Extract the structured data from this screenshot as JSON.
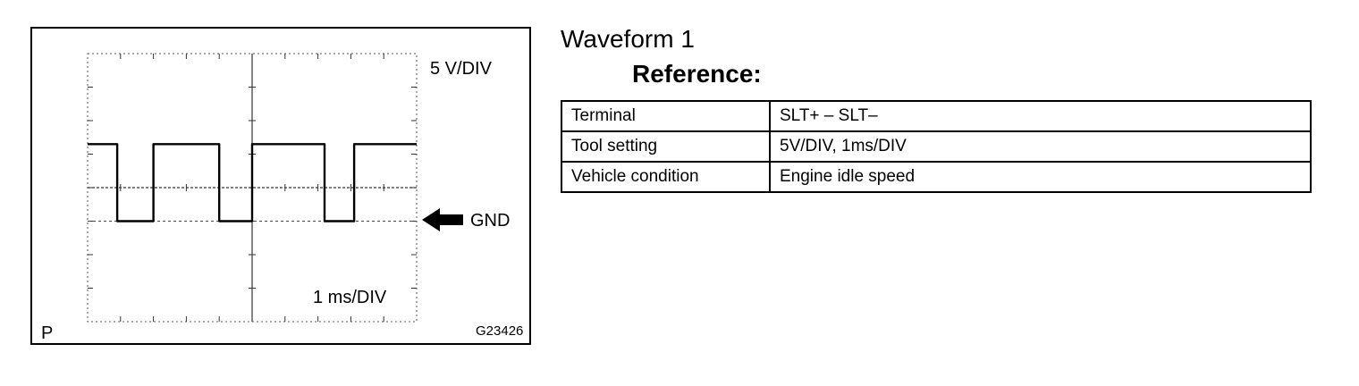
{
  "oscilloscope": {
    "volts_per_div": "5 V/DIV",
    "time_per_div": "1 ms/DIV",
    "ground_marker": "GND",
    "panel_letter": "P",
    "figure_code": "G23426"
  },
  "waveform_title": "Waveform 1",
  "reference_heading": "Reference:",
  "reference_table": {
    "rows": [
      {
        "label": "Terminal",
        "value": "SLT+ – SLT–"
      },
      {
        "label": "Tool setting",
        "value": "5V/DIV, 1ms/DIV"
      },
      {
        "label": "Vehicle condition",
        "value": "Engine idle speed"
      }
    ]
  },
  "chart_data": {
    "type": "line",
    "title": "",
    "xlabel": "1 ms/DIV",
    "ylabel": "5 V/DIV",
    "x_divisions": 10,
    "y_divisions": 8,
    "ground_division_from_top": 5,
    "series": [
      {
        "x": [
          0,
          0.9,
          0.9,
          2.0,
          2.0,
          4.0,
          4.0,
          5.0,
          5.0,
          7.2,
          7.2,
          8.1,
          8.1,
          10
        ],
        "y": [
          2.3,
          2.3,
          0,
          0,
          2.3,
          2.3,
          0,
          0,
          2.3,
          2.3,
          0,
          0,
          2.3,
          2.3
        ]
      }
    ]
  }
}
